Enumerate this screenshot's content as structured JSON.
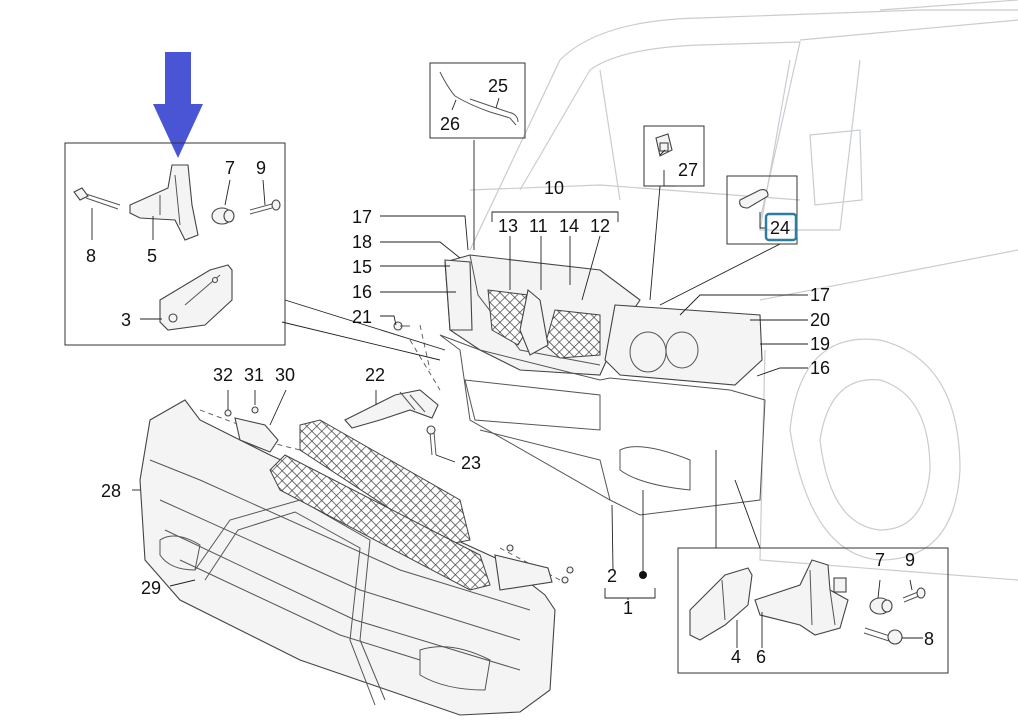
{
  "diagram": {
    "arrow_color": "#4a55d6",
    "highlight_color": "#2a7fa0",
    "highlighted_label": "24",
    "labels": {
      "l25": "25",
      "l26": "26",
      "l27": "27",
      "l24": "24",
      "l10": "10",
      "l13": "13",
      "l11": "11",
      "l14": "14",
      "l12": "12",
      "l17a": "17",
      "l18": "18",
      "l15": "15",
      "l16a": "16",
      "l21": "21",
      "l17b": "17",
      "l20": "20",
      "l19": "19",
      "l16b": "16",
      "l7a": "7",
      "l9a": "9",
      "l8a": "8",
      "l5": "5",
      "l3": "3",
      "l32": "32",
      "l31": "31",
      "l30": "30",
      "l22": "22",
      "l23": "23",
      "l28": "28",
      "l29": "29",
      "l2": "2",
      "l1": "1",
      "l7b": "7",
      "l9b": "9",
      "l8b": "8",
      "l4": "4",
      "l6": "6"
    }
  }
}
